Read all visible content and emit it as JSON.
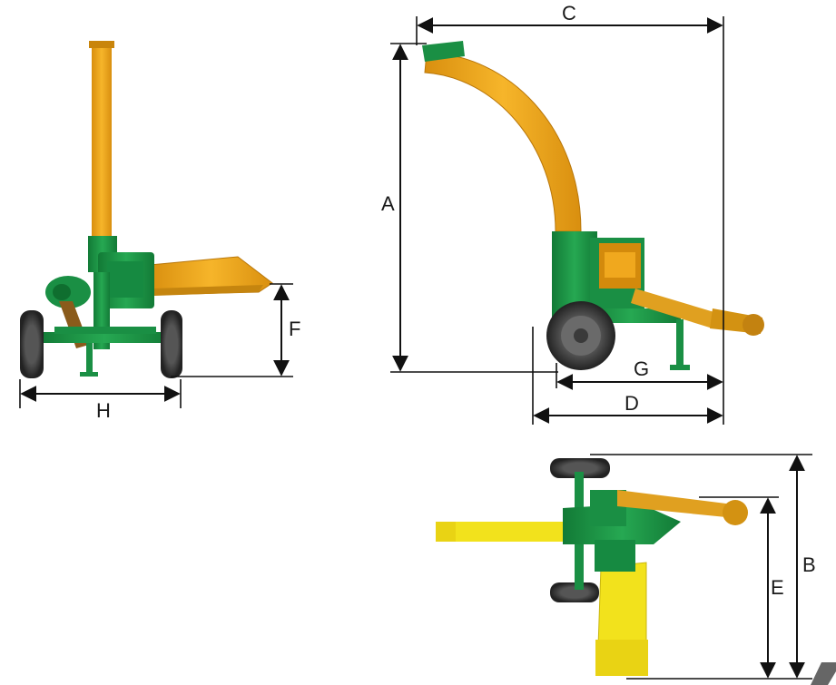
{
  "labels": {
    "a": "A",
    "b": "B",
    "c": "C",
    "d": "D",
    "e": "E",
    "f": "F",
    "g": "G",
    "h": "H"
  },
  "colors": {
    "machine_green": "#1f9a4a",
    "machine_green_dark": "#127a36",
    "chute_orange": "#f0a81e",
    "chute_orange_dark": "#d38a0c",
    "hopper_yellow": "#f2e21c",
    "tire_dark": "#2f2f2f",
    "dimension_line": "#111111"
  },
  "icons": {
    "corner_mark": "grey-slash-mark"
  }
}
